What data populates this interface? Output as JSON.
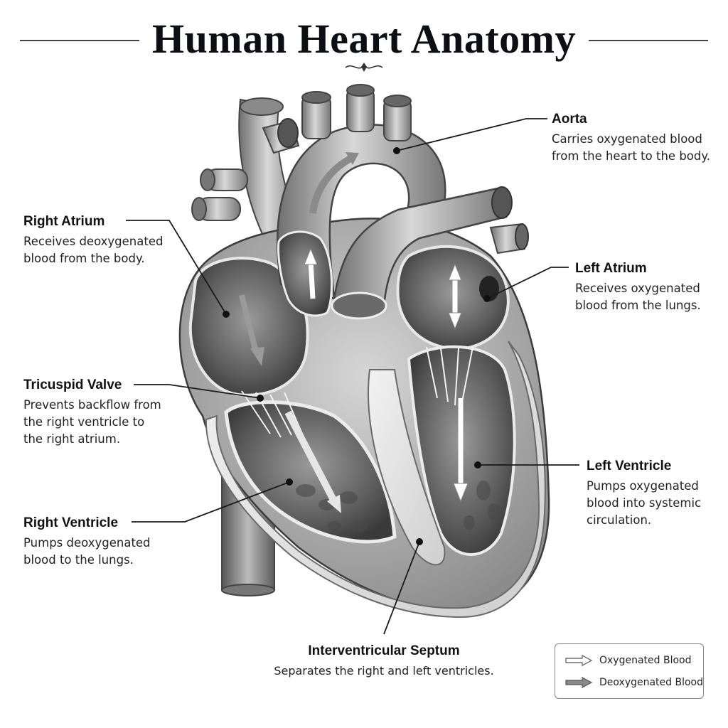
{
  "title": "Human Heart Anatomy",
  "labels": {
    "aorta": {
      "name": "Aorta",
      "desc": "Carries oxygenated blood\nfrom the heart to the body."
    },
    "right_atrium": {
      "name": "Right Atrium",
      "desc": "Receives deoxygenated\nblood from the body."
    },
    "left_atrium": {
      "name": "Left Atrium",
      "desc": "Receives oxygenated\nblood from the lungs."
    },
    "tricuspid_valve": {
      "name": "Tricuspid Valve",
      "desc": "Prevents backflow from\nthe right ventricle to\nthe right atrium."
    },
    "left_ventricle": {
      "name": "Left Ventricle",
      "desc": "Pumps oxygenated\nblood into systemic\ncirculation."
    },
    "right_ventricle": {
      "name": "Right Ventricle",
      "desc": "Pumps deoxygenated\nblood to the lungs."
    },
    "septum": {
      "name": "Interventricular Septum",
      "desc": "Separates the right and left ventricles."
    }
  },
  "legend": {
    "oxygenated": "Oxygenated Blood",
    "deoxygenated": "Deoxygenated Blood"
  },
  "colors": {
    "oxygenated_arrow_fill": "#ffffff",
    "deoxygenated_arrow_fill": "#8a8a8a",
    "leader_line": "#1a1a1a"
  }
}
